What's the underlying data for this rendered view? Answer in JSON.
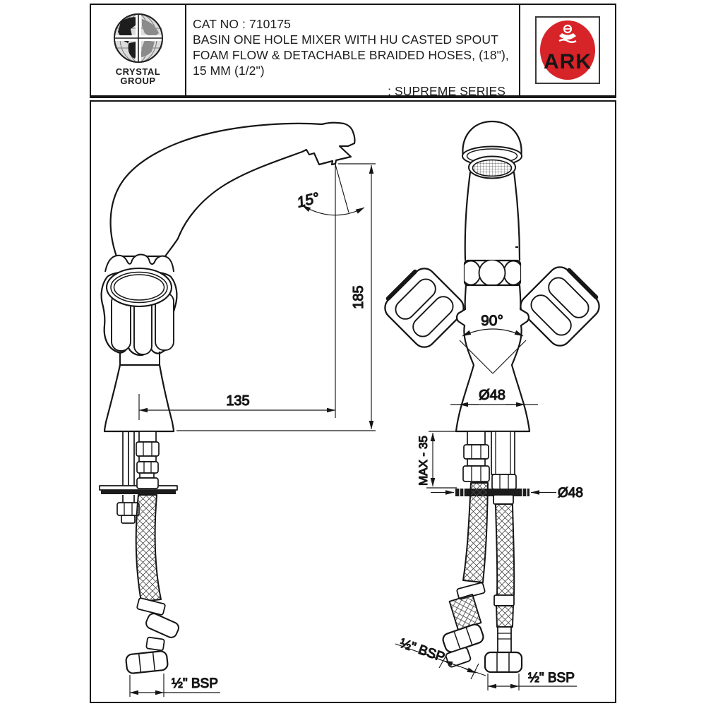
{
  "header": {
    "logo_company": {
      "line1": "CRYSTAL",
      "line2": "GROUP"
    },
    "cat_no": "CAT NO : 710175",
    "description_lines": [
      "BASIN ONE HOLE MIXER WITH HU CASTED SPOUT",
      "FOAM FLOW & DETACHABLE BRAIDED HOSES, (18\"),",
      "15 MM (1/2\")"
    ],
    "series_label": ": SUPREME SERIES",
    "brand_name": "ARK"
  },
  "drawing": {
    "side_view": {
      "spout_angle": "15°",
      "height": "185",
      "spout_reach": "135",
      "hose_thread": "½\" BSP"
    },
    "front_view": {
      "handle_angle": "90°",
      "body_diameter": "Ø48",
      "deck_max_thickness": "MAX - 35",
      "flange_diameter": "Ø48",
      "hose_thread_left": "½\" BSP",
      "hose_thread_right": "½\" BSP"
    }
  },
  "colors": {
    "brand_red": "#d62429",
    "line": "#161616"
  }
}
